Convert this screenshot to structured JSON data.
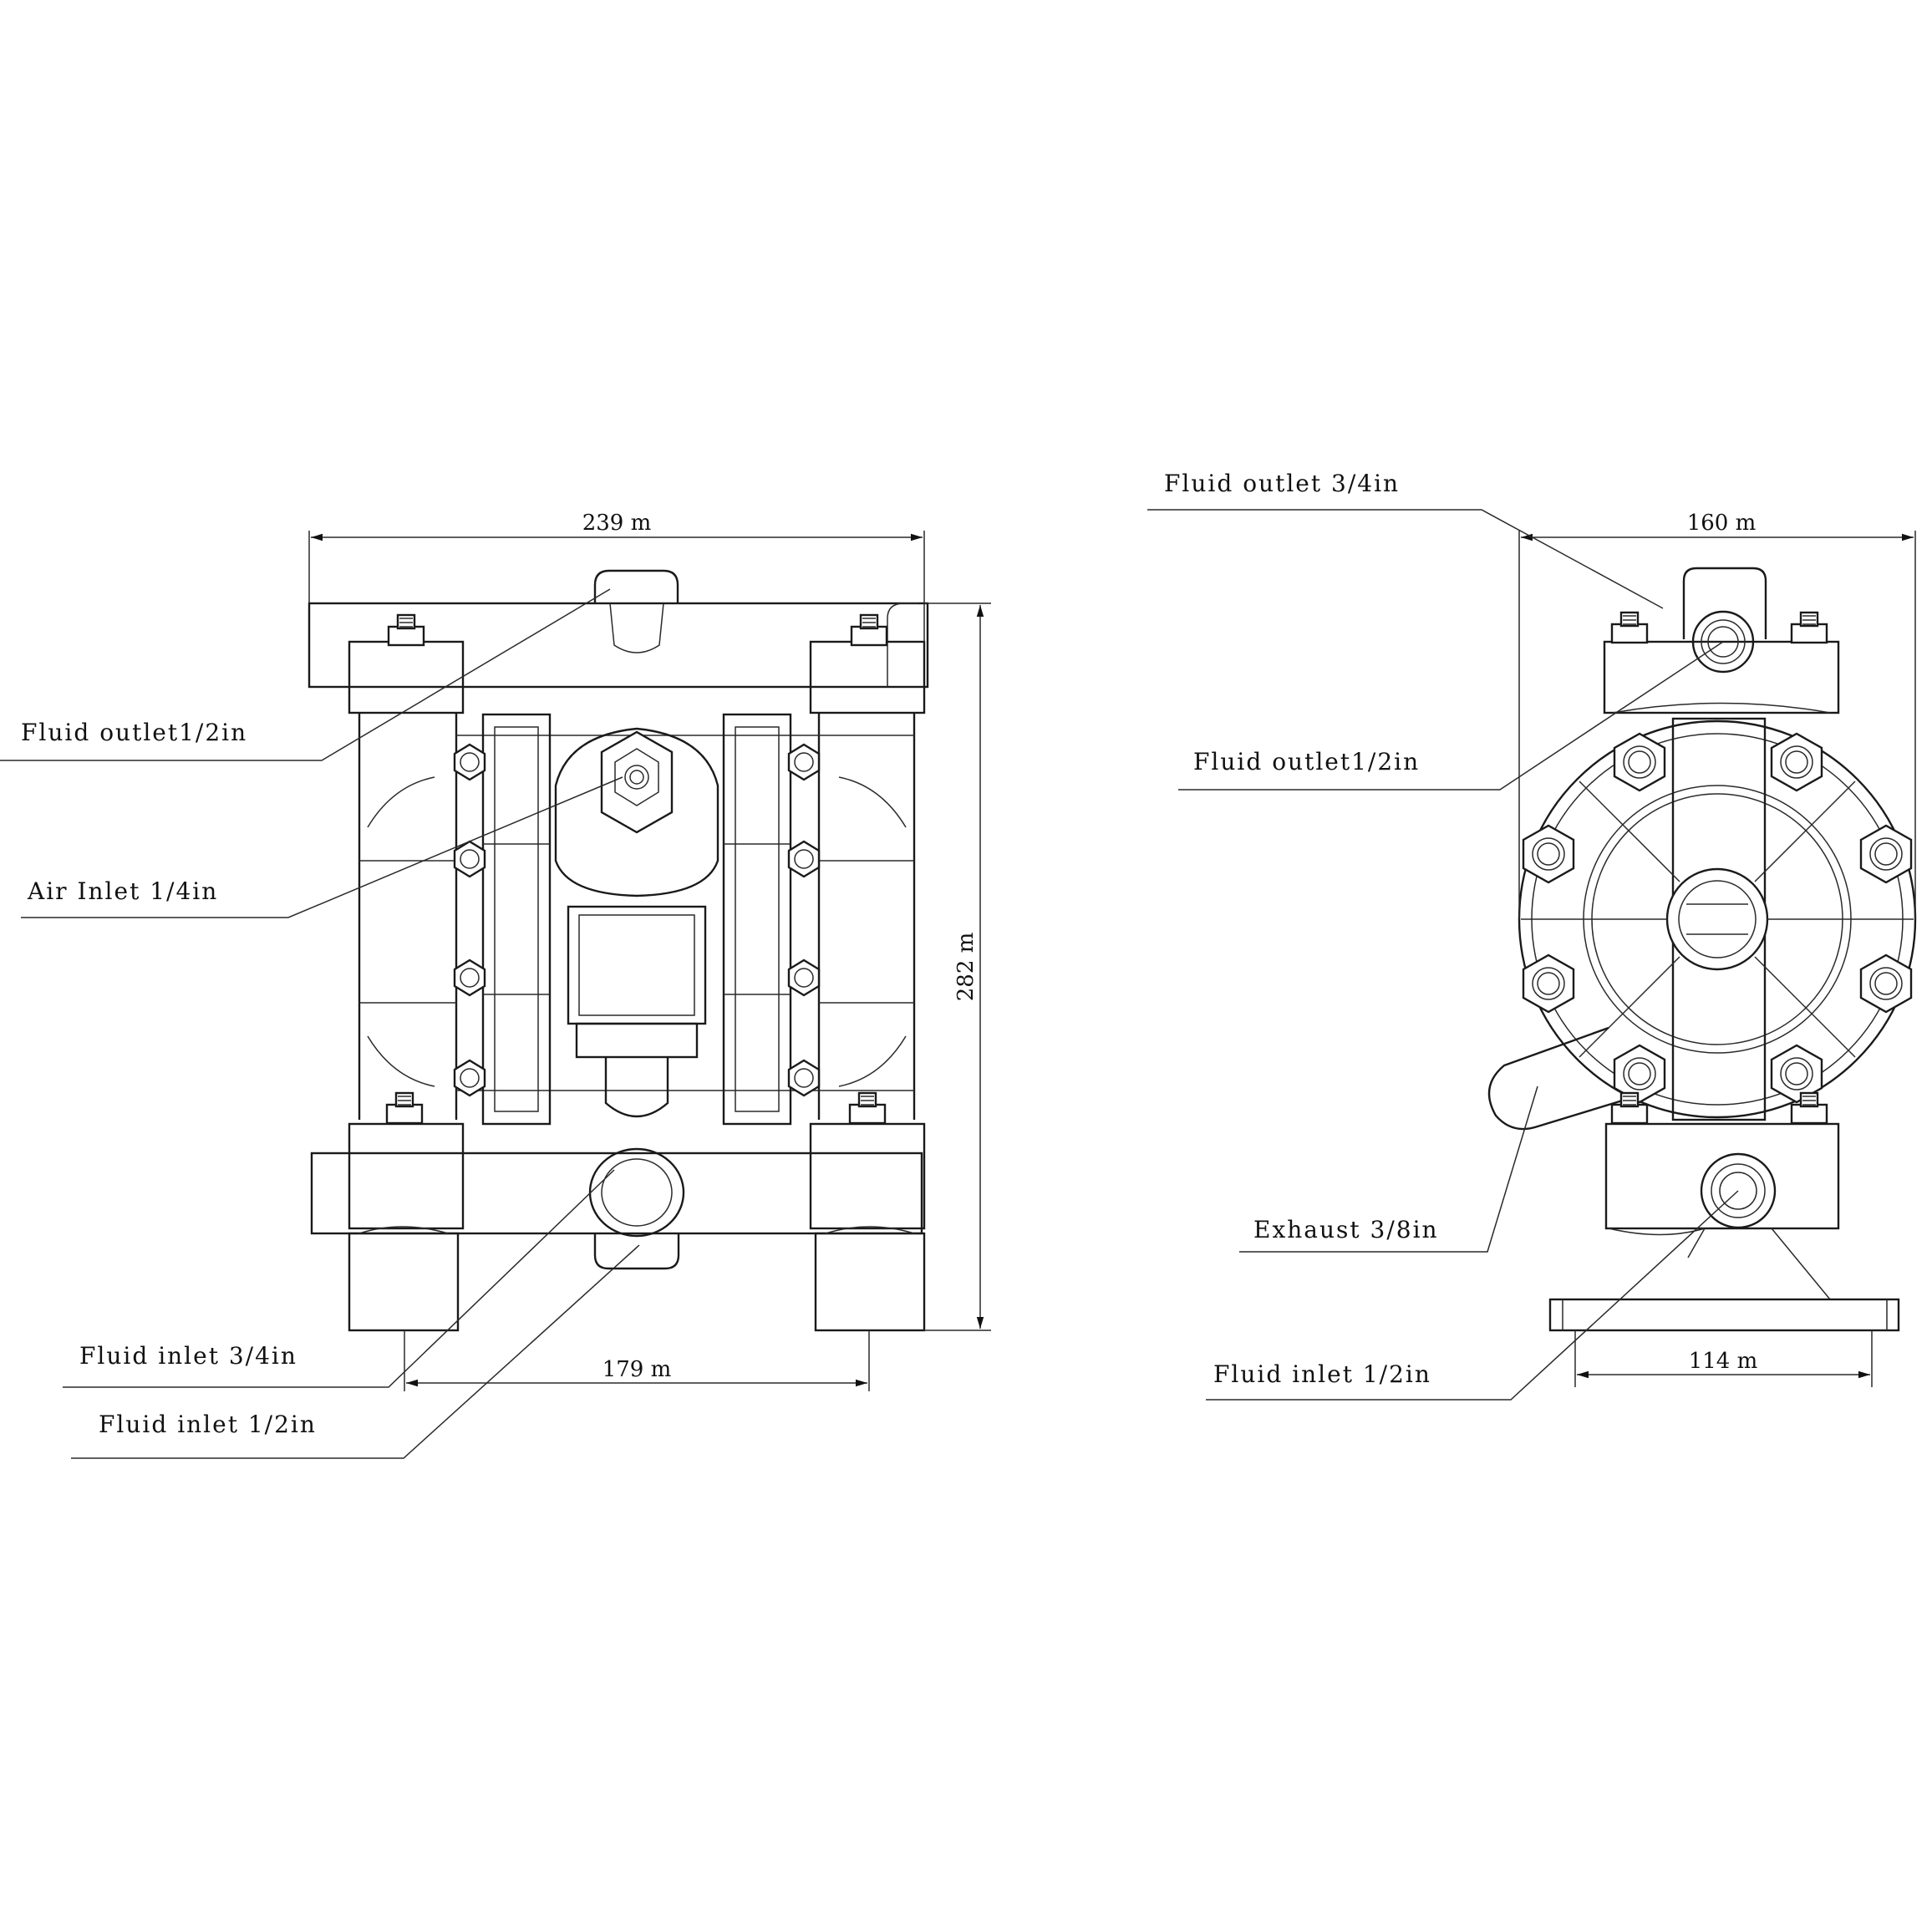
{
  "front_view": {
    "labels": {
      "fluid_outlet": "Fluid outlet1/2in",
      "air_inlet": "Air Inlet 1/4in",
      "fluid_inlet_large": "Fluid inlet 3/4in",
      "fluid_inlet_small": "Fluid inlet 1/2in"
    },
    "dimensions": {
      "width": "239 m",
      "height": "282 m",
      "base_width": "179 m"
    }
  },
  "side_view": {
    "labels": {
      "fluid_outlet_large": "Fluid outlet 3/4in",
      "fluid_outlet_small": "Fluid outlet1/2in",
      "exhaust": "Exhaust 3/8in",
      "fluid_inlet": "Fluid inlet 1/2in"
    },
    "dimensions": {
      "width": "160 m",
      "base_width": "114 m"
    }
  }
}
